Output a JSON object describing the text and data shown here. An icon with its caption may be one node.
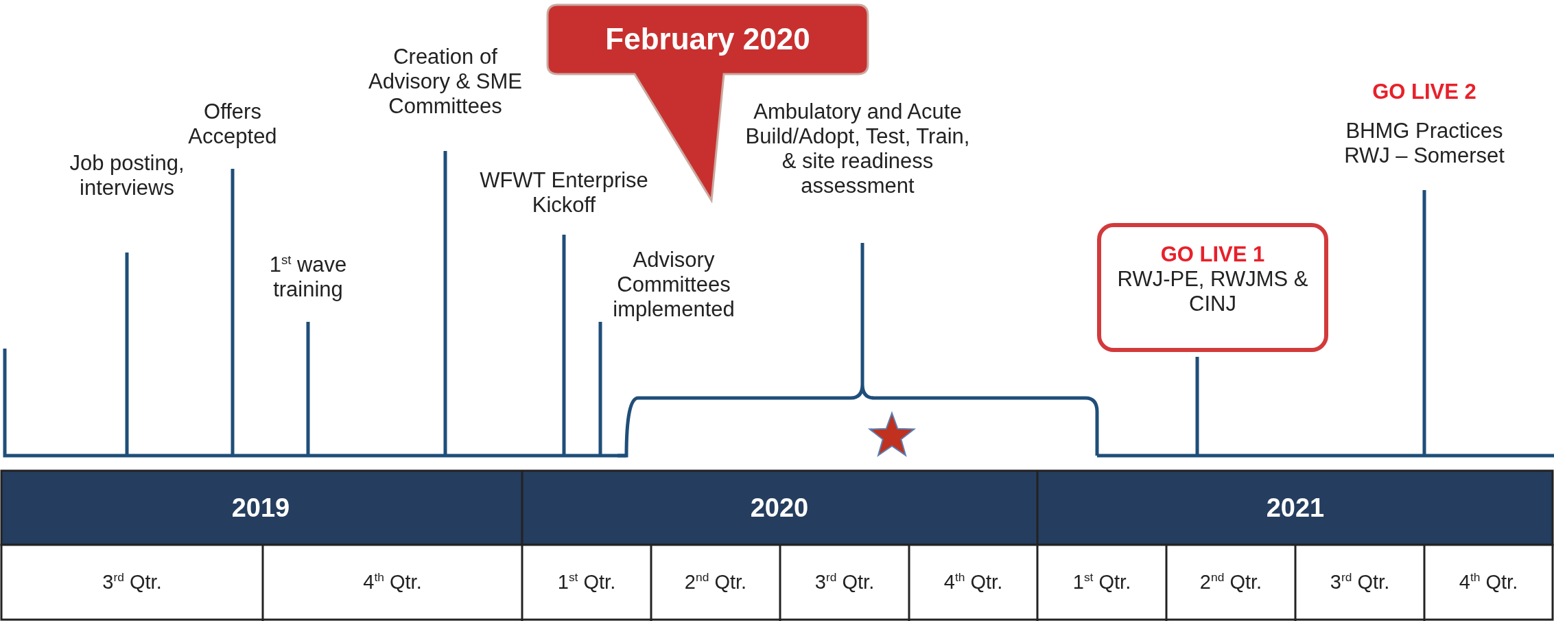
{
  "diagram": {
    "nodes": [
      {
        "text": [
          "February 2020"
        ]
      },
      {
        "text": [
          "GO LIVE 1",
          "RWJ-PE, RWJMS & CINJ"
        ]
      }
    ],
    "labels": [
      "Job posting, interviews",
      "Offers Accepted",
      "1$^{st}$ wave training",
      "Creation of Advisory & SME Committees",
      "WFWT Enterprise Kickoff",
      "Advisory Committees implemented",
      "Ambulatory and Acute Build/Adopt, Test, Train, & site readiness assessment",
      "GO LIVE 2",
      "BHMG Practices RWJ – Somerset",
      "2019",
      "2020",
      "2021",
      "3$^{rd}$ Qtr.",
      "4$^{th}$ Qtr.",
      "1$^{st}$ Qtr.",
      "2$^{nd}$ Qtr.",
      "3$^{rd}$ Qtr.",
      "4$^{th}$ Qtr.",
      "1$^{st}$  Qtr.",
      "2$^{nd}$ Qtr.",
      "3$^{rd}$ Qtr.",
      "4$^{th}$ Qtr."
    ]
  }
}
